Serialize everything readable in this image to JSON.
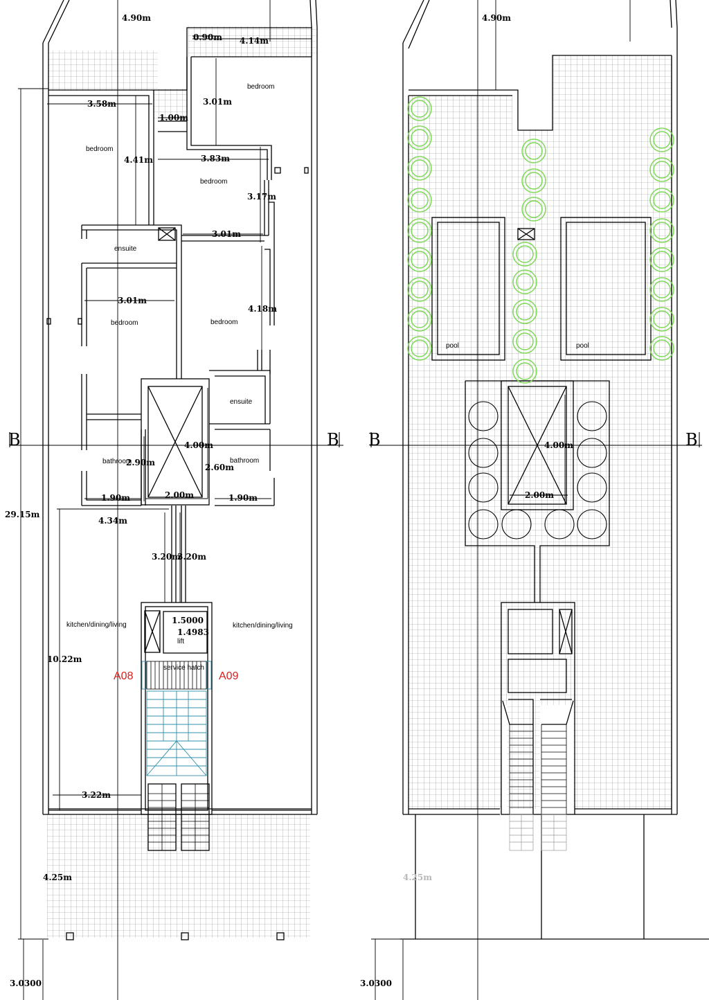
{
  "left_plan": {
    "dims": {
      "top_width": "4.90m",
      "d_090": "0.90m",
      "d_414": "4.14m",
      "d_358": "3.58m",
      "d_100": "1.00m",
      "d_301_top": "3.01m",
      "d_441": "4.41m",
      "d_383": "3.83m",
      "d_317": "3.17m",
      "d_301_mid": "3.01m",
      "d_301_low": "3.01m",
      "d_418": "4.18m",
      "d_400": "4.00m",
      "d_290": "2.90m",
      "d_260": "2.60m",
      "d_190_l": "1.90m",
      "d_200": "2.00m",
      "d_190_r": "1.90m",
      "overall": "29.15m",
      "d_434": "4.34m",
      "d_320_a": "3.20m",
      "d_320_b": "3.20m",
      "lift_w": "1.5000",
      "lift_d": "1.4983",
      "d_1022": "10.22m",
      "d_322": "3.22m",
      "d_425": "4.25m",
      "level": "3.0300"
    },
    "rooms": {
      "bedroom_a": "bedroom",
      "bedroom_b": "bedroom",
      "bedroom_c": "bedroom",
      "bedroom_d": "bedroom",
      "bedroom_e": "bedroom",
      "ensuite_a": "ensuite",
      "ensuite_b": "ensuite",
      "bathroom_a": "bathroom",
      "bathroom_b": "bathroom",
      "kitchen_a": "kitchen/dining/living",
      "kitchen_b": "kitchen/dining/living",
      "lift": "lift",
      "service_hatch": "service hatch"
    },
    "units": {
      "left": "A08",
      "right": "A09"
    },
    "section_marks": {
      "left": "B",
      "right": "B"
    }
  },
  "right_plan": {
    "dims": {
      "top_width": "4.90m",
      "d_400": "4.00m",
      "d_200": "2.00m",
      "d_425": "4.25m",
      "level": "3.0300"
    },
    "rooms": {
      "pool_a": "pool",
      "pool_b": "pool"
    },
    "section_marks": {
      "left": "B",
      "right": "B"
    }
  },
  "colors": {
    "lines": "#000000",
    "tiles": "#8c8c8c",
    "planters": "#7ed957",
    "stair_teal": "#2f8fa8",
    "unit_label": "#d42020"
  }
}
